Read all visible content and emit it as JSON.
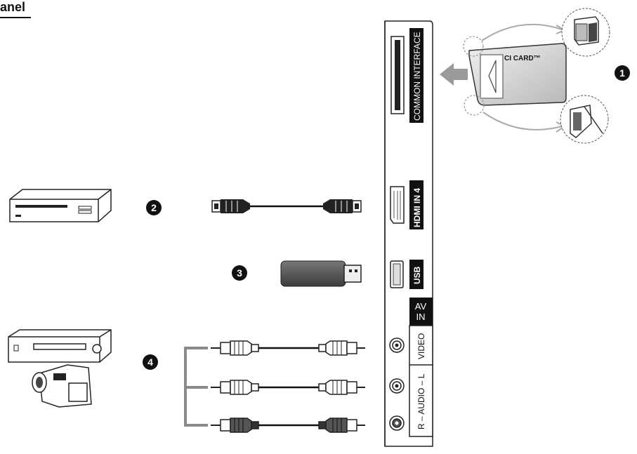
{
  "header": {
    "title": "anel"
  },
  "panel": {
    "common_interface": "COMMON INTERFACE",
    "hdmi": "HDMI IN 4",
    "usb": "USB",
    "av_in_line1": "AV",
    "av_in_line2": "IN",
    "video": "VIDEO",
    "audio": "R – AUDIO – L",
    "audio_r": "R",
    "audio_l": "L"
  },
  "ci_card": {
    "label": "CI CARD™"
  },
  "steps": {
    "one": "1",
    "two": "2",
    "three": "3",
    "four": "4"
  },
  "colors": {
    "accent": "#1a1a1a",
    "usb_body": "#5a5a5a",
    "bracket": "#8a8a8a"
  }
}
